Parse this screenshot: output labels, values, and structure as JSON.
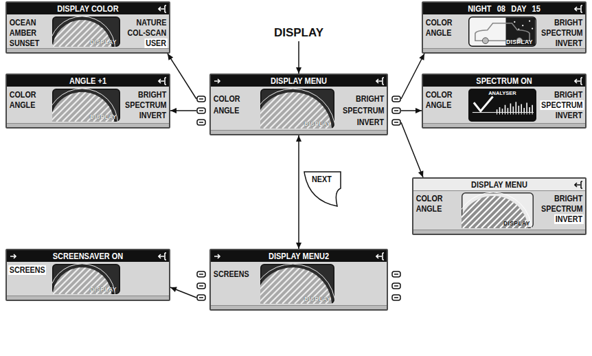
{
  "diagram": {
    "nodes": [
      {
        "text": [
          "DISPLAY COLOR",
          "OCEAN",
          "AMBER",
          "SUNSET",
          "NATURE",
          "COL-SCAN",
          "USER",
          "DISPLAY"
        ]
      },
      {
        "text": [
          "DISPLAY"
        ]
      },
      {
        "text": [
          "NIGHT 08 DAY 15",
          "COLOR",
          "ANGLE",
          "BRIGHT",
          "SPECTRUM",
          "INVERT",
          "DISPLAY"
        ]
      },
      {
        "text": [
          "ANGLE +1",
          "COLOR",
          "ANGLE",
          "BRIGHT",
          "SPECTRUM",
          "INVERT",
          "DISPLAY"
        ]
      },
      {
        "text": [
          "DISPLAY MENU",
          "COLOR",
          "ANGLE",
          "BRIGHT",
          "SPECTRUM",
          "INVERT",
          "DISPLAY"
        ]
      },
      {
        "text": [
          "SPECTRUM ON",
          "COLOR",
          "ANGLE",
          "BRIGHT",
          "SPECTRUM",
          "INVERT",
          "ANALYSER"
        ]
      },
      {
        "text": [
          "DISPLAY MENU",
          "COLOR",
          "ANGLE",
          "BRIGHT",
          "SPECTRUM",
          "INVERT",
          "DISPLAY"
        ]
      },
      {
        "text": [
          "SCREENSAVER ON",
          "SCREENS",
          "DISPLAY"
        ]
      },
      {
        "text": [
          "DISPLAY MENU2",
          "SCREENS",
          "DISPLAY"
        ]
      }
    ],
    "edges": [
      {
        "from": 1,
        "to": 4,
        "arrow": "to"
      },
      {
        "from": 4,
        "to": 0,
        "arrow": "to"
      },
      {
        "from": 4,
        "to": 3,
        "arrow": "to"
      },
      {
        "from": 4,
        "to": 2,
        "arrow": "to"
      },
      {
        "from": 4,
        "to": 5,
        "arrow": "to"
      },
      {
        "from": 4,
        "to": 6,
        "arrow": "to"
      },
      {
        "from": 4,
        "to": 8,
        "label": "NEXT",
        "arrow": "both"
      },
      {
        "from": 8,
        "to": 7,
        "arrow": "to"
      }
    ]
  }
}
